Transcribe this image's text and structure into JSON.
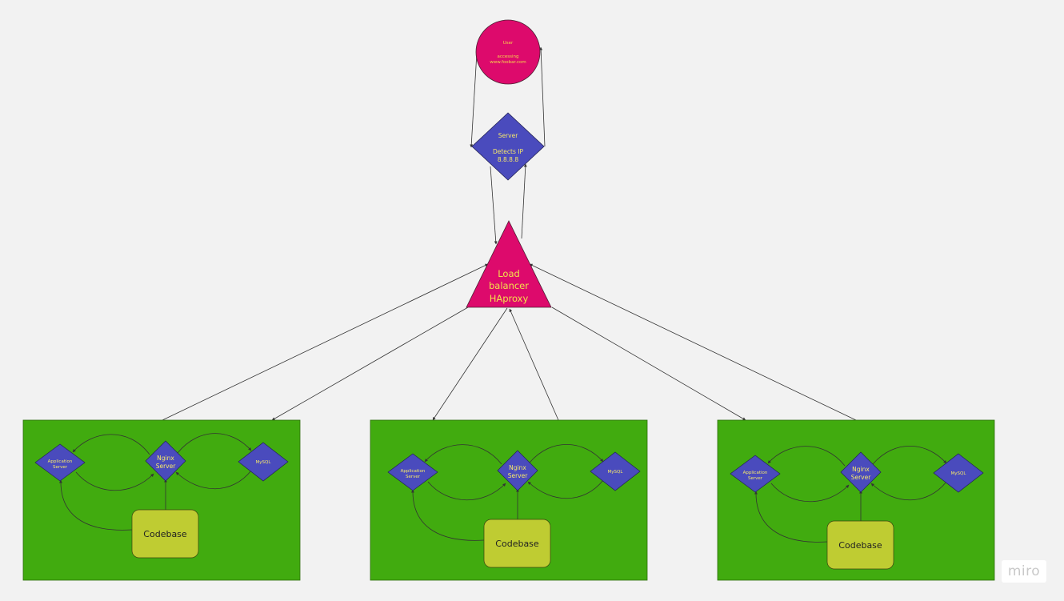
{
  "diagram": {
    "user": {
      "line1": "User",
      "line2": "accessing",
      "line3": "www.foobar.com"
    },
    "server": {
      "line1": "Server",
      "line2": "Detects IP",
      "line3": "8.8.8.8"
    },
    "load_balancer": {
      "line1": "Load",
      "line2": "balancer",
      "line3": "HAproxy"
    },
    "clusters": [
      {
        "app_line1": "Application",
        "app_line2": "Server",
        "nginx_line1": "Nginx",
        "nginx_line2": "Server",
        "mysql": "MySQL",
        "codebase": "Codebase"
      },
      {
        "app_line1": "Application",
        "app_line2": "Server",
        "nginx_line1": "Nginx",
        "nginx_line2": "Server",
        "mysql": "MySQL",
        "codebase": "Codebase"
      },
      {
        "app_line1": "Application",
        "app_line2": "Server",
        "nginx_line1": "Nginx",
        "nginx_line2": "Server",
        "mysql": "MySQL",
        "codebase": "Codebase"
      }
    ]
  },
  "branding": {
    "logo": "miro"
  },
  "colors": {
    "background": "#f2f2f2",
    "cluster_green": "#41ab0f",
    "diamond_blue": "#4a4bbd",
    "magenta": "#dd0a6c",
    "codebase_yellow": "#bfcc32",
    "label_yellow": "#f2e14b"
  }
}
